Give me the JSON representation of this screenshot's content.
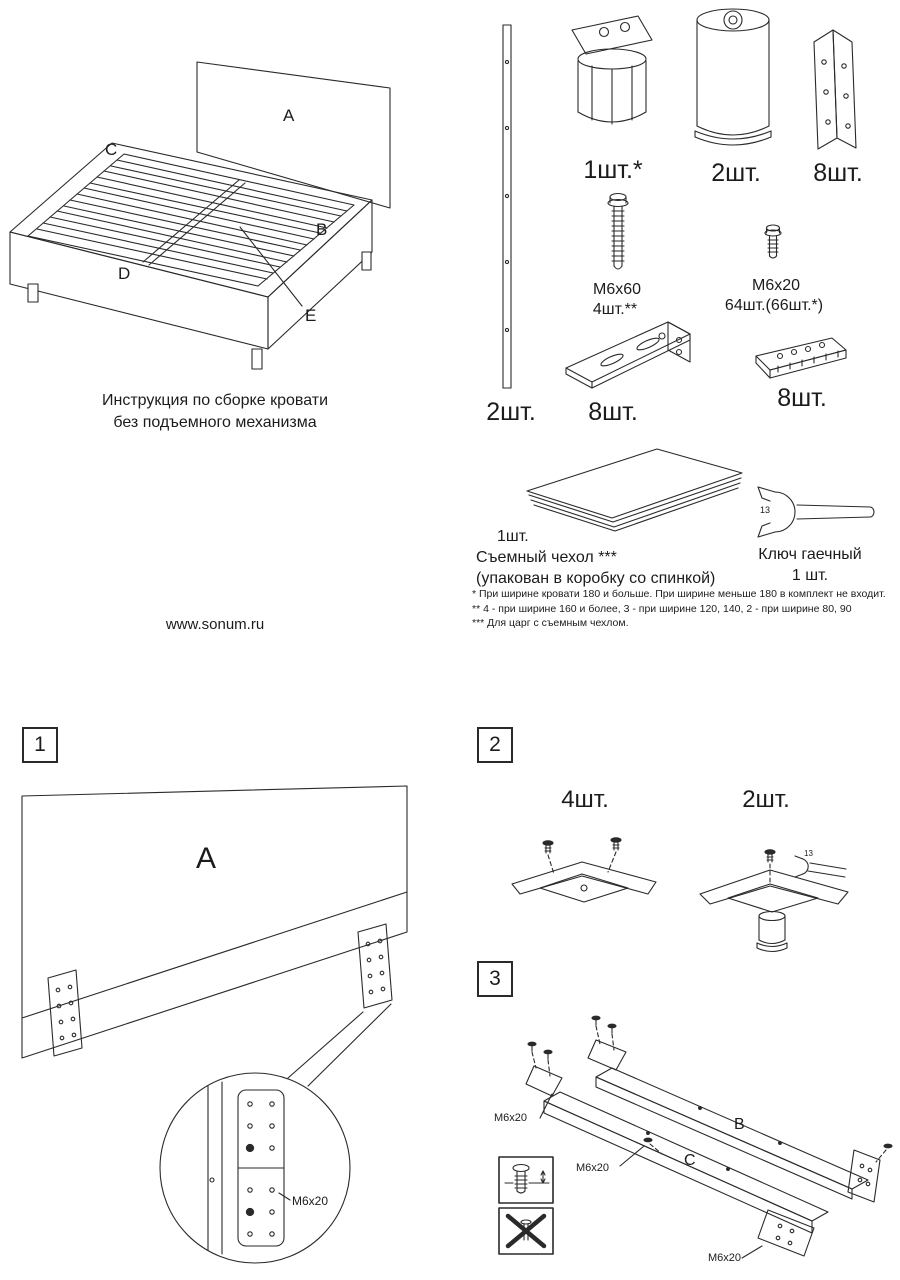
{
  "doc": {
    "caption_line1": "Инструкция по сборке кровати",
    "caption_line2": "без подъемного механизма",
    "website": "www.sonum.ru"
  },
  "overview_labels": {
    "A": "A",
    "B": "B",
    "C": "C",
    "D": "D",
    "E": "E"
  },
  "parts": {
    "side_rail_qty": "2шт.",
    "headboard_bracket_qty": "1шт.*",
    "leg_qty": "2шт.",
    "angle_bracket_qty": "8шт.",
    "bolt_long_size": "М6х60",
    "bolt_long_qty": "4шт.**",
    "bolt_short_size": "М6х20",
    "bolt_short_qty": "64шт.(66шт.*)",
    "corner_bracket_qty": "8шт.",
    "slat_holder_qty": "8шт.",
    "cover_qty": "1шт.",
    "cover_name": "Съемный чехол ***",
    "cover_note": "(упакован в коробку со спинкой)",
    "wrench_name": "Ключ гаечный",
    "wrench_qty": "1 шт.",
    "wrench_size": "13"
  },
  "footnotes": {
    "line1": "* При ширине кровати 180 и больше. При ширине меньше  180 в комплект не входит.",
    "line2": "**  4 - при ширине 160 и более, 3 - при ширине 120, 140, 2 - при ширине 80, 90",
    "line3": "***  Для царг с съемным чехлом."
  },
  "steps": {
    "one": {
      "num": "1",
      "panel_label": "A",
      "bolt_label": "М6х20"
    },
    "two": {
      "num": "2",
      "left_qty": "4шт.",
      "right_qty": "2шт.",
      "wrench_size": "13"
    },
    "three": {
      "num": "3",
      "rail_b": "B",
      "rail_c": "C",
      "bolt_label_1": "М6х20",
      "bolt_label_2": "М6х20",
      "bolt_label_3": "М6х20"
    }
  }
}
